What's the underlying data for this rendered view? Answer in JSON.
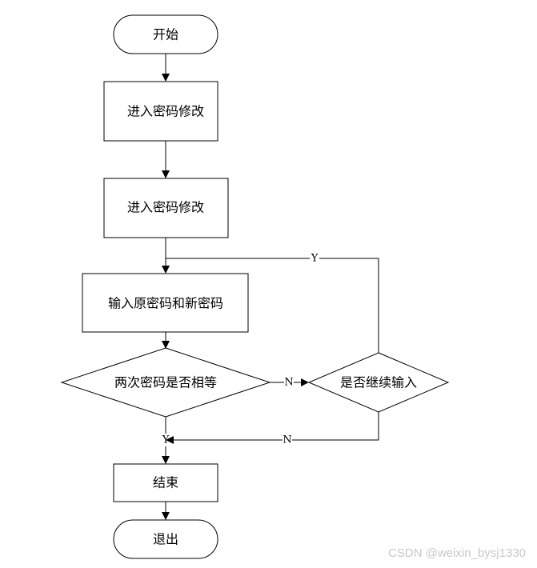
{
  "nodes": {
    "start": "开始",
    "step1": "进入密码修改",
    "step2": "进入密码修改",
    "input": "输入原密码和新密码",
    "decision_match": "两次密码是否相等",
    "decision_continue": "是否继续输入",
    "end": "结束",
    "exit": "退出"
  },
  "edges": {
    "continue_yes": "Y",
    "match_no": "N",
    "match_yes": "Y",
    "continue_no": "N"
  },
  "watermark": "CSDN @weixin_bysj1330"
}
